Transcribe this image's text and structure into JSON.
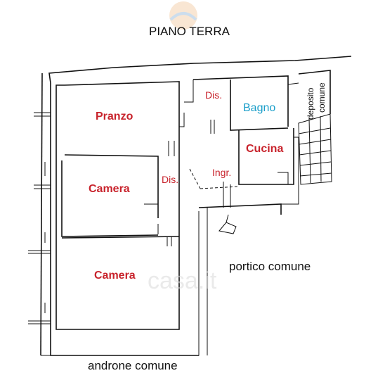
{
  "title": "PIANO TERRA",
  "rooms": {
    "pranzo": "Pranzo",
    "camera_1": "Camera",
    "camera_2": "Camera",
    "dis_1": "Dis.",
    "dis_2": "Dis.",
    "bagno": "Bagno",
    "cucina": "Cucina",
    "ingresso": "Ingr.",
    "deposito": "deposito",
    "comune_vertical": "comune"
  },
  "areas": {
    "portico": "portico comune",
    "androne": "androne comune"
  },
  "watermark": "casa.it",
  "colors": {
    "room_red": "#c8232c",
    "room_blue": "#1a9ec9",
    "walls": "#111111"
  }
}
